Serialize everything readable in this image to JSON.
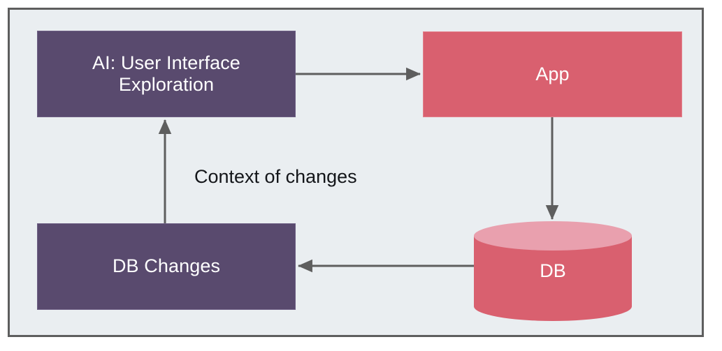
{
  "diagram": {
    "type": "flowchart",
    "background_color": "#eaeef1",
    "border_color": "#5e5e5e",
    "edge_color": "#5e5e5e",
    "nodes": [
      {
        "id": "ai-ui-exploration",
        "label": "AI: User Interface\nExploration",
        "shape": "rectangle",
        "fill_color": "#594a6e",
        "text_color": "#ffffff"
      },
      {
        "id": "app",
        "label": "App",
        "shape": "rectangle",
        "fill_color": "#d9606f",
        "text_color": "#ffffff"
      },
      {
        "id": "db",
        "label": "DB",
        "shape": "cylinder",
        "fill_color": "#d9606f",
        "top_color": "#e9a0ae",
        "text_color": "#ffffff"
      },
      {
        "id": "db-changes",
        "label": "DB Changes",
        "shape": "rectangle",
        "fill_color": "#594a6e",
        "text_color": "#ffffff"
      }
    ],
    "edges": [
      {
        "id": "ai-to-app",
        "from": "ai-ui-exploration",
        "to": "app",
        "label": ""
      },
      {
        "id": "app-to-db",
        "from": "app",
        "to": "db",
        "label": ""
      },
      {
        "id": "db-to-db-changes",
        "from": "db",
        "to": "db-changes",
        "label": ""
      },
      {
        "id": "db-changes-to-ai",
        "from": "db-changes",
        "to": "ai-ui-exploration",
        "label": "Context of changes"
      }
    ]
  }
}
